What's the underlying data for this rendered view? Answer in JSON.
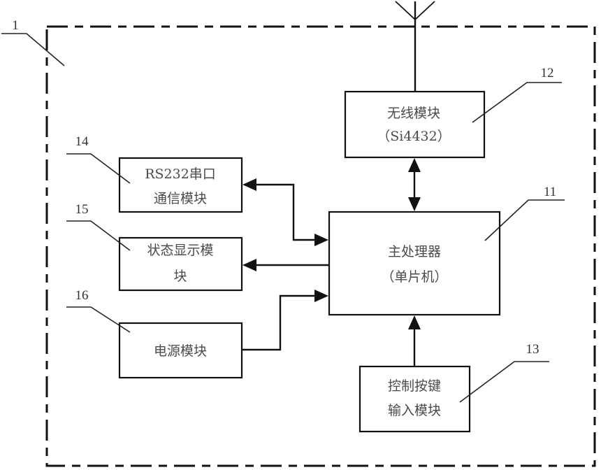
{
  "diagram": {
    "type": "block-diagram",
    "enclosure": {
      "ref": "1"
    },
    "antenna": {
      "name": "antenna"
    },
    "blocks": {
      "main_processor": {
        "ref": "11",
        "line1": "主处理器",
        "line2": "（单片机）"
      },
      "wireless": {
        "ref": "12",
        "line1": "无线模块",
        "line2": "（Si4432）"
      },
      "keypad": {
        "ref": "13",
        "line1": "控制按键",
        "line2": "输入模块"
      },
      "rs232": {
        "ref": "14",
        "line1": "RS232串口",
        "line2": "通信模块"
      },
      "status": {
        "ref": "15",
        "line1": "状态显示模",
        "line2": "块"
      },
      "power": {
        "ref": "16",
        "line1": "电源模块"
      }
    },
    "connections": [
      {
        "from": "wireless",
        "to": "main_processor",
        "direction": "bidirectional"
      },
      {
        "from": "rs232",
        "to": "main_processor",
        "direction": "bidirectional"
      },
      {
        "from": "main_processor",
        "to": "status",
        "direction": "one-way"
      },
      {
        "from": "power",
        "to": "main_processor",
        "direction": "one-way"
      },
      {
        "from": "keypad",
        "to": "main_processor",
        "direction": "one-way"
      },
      {
        "from": "antenna",
        "to": "wireless",
        "direction": "line"
      }
    ]
  }
}
